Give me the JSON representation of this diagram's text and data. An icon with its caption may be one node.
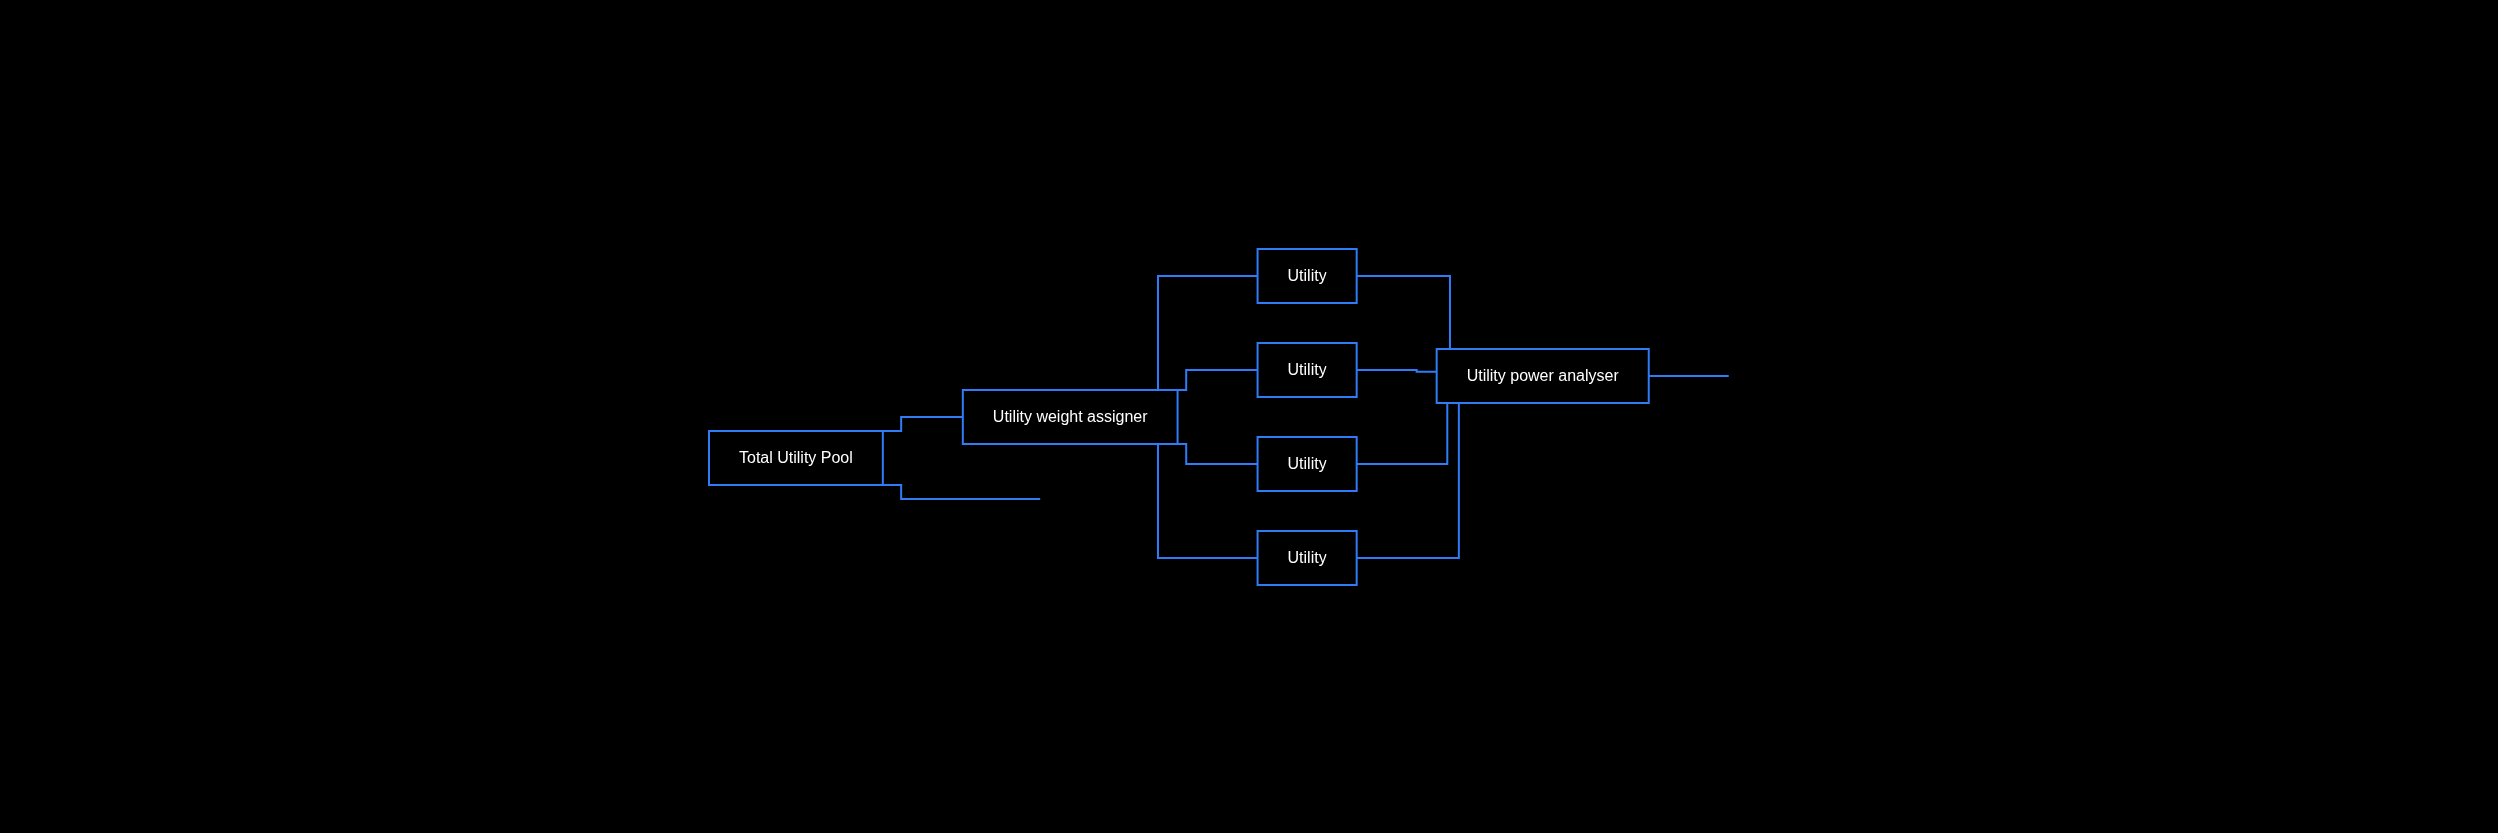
{
  "diagram": {
    "nodes": [
      {
        "text": [
          "Total Utility Pool"
        ]
      },
      {
        "text": [
          "Utility weight assigner"
        ]
      },
      {
        "text": [
          "Utility"
        ]
      },
      {
        "text": [
          "Utility"
        ]
      },
      {
        "text": [
          "Utility"
        ]
      },
      {
        "text": [
          "Utility"
        ]
      },
      {
        "text": [
          "Utility power analyser"
        ]
      }
    ],
    "edges": [
      {
        "from": 0,
        "to": 1,
        "arrow": "none"
      },
      {
        "from": 1,
        "to": 2,
        "arrow": "none"
      },
      {
        "from": 1,
        "to": 3,
        "arrow": "none"
      },
      {
        "from": 1,
        "to": 4,
        "arrow": "none"
      },
      {
        "from": 1,
        "to": 5,
        "arrow": "none"
      },
      {
        "from": 2,
        "to": 6,
        "arrow": "none"
      },
      {
        "from": 3,
        "to": 6,
        "arrow": "none"
      },
      {
        "from": 4,
        "to": 6,
        "arrow": "none"
      },
      {
        "from": 5,
        "to": 6,
        "arrow": "none"
      },
      {
        "from": 0,
        "to": null,
        "arrow": "none"
      },
      {
        "from": 6,
        "to": null,
        "arrow": "none"
      }
    ]
  }
}
